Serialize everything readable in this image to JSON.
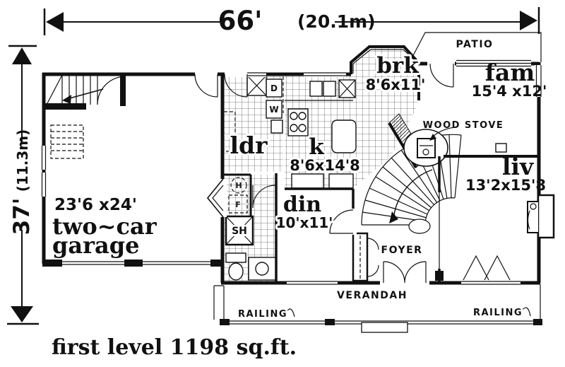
{
  "dimensions": {
    "width_feet": "66'",
    "width_metric": "(20.1m)",
    "height_feet": "37'",
    "height_metric": "(11.3m)"
  },
  "rooms": {
    "garage": {
      "size": "23'6 x24'",
      "name_line1": "two~car",
      "name_line2": "garage"
    },
    "laundry": {
      "abbr": "ldr"
    },
    "kitchen": {
      "abbr": "k",
      "size": "8'6x14'8"
    },
    "breakfast": {
      "abbr": "brk",
      "size": "8'6x11'"
    },
    "family": {
      "abbr": "fam",
      "size": "15'4 x12'"
    },
    "living": {
      "abbr": "liv",
      "size": "13'2x15'8"
    },
    "dining": {
      "abbr": "din",
      "size": "10'x11'"
    },
    "foyer": {
      "label": "FOYER"
    }
  },
  "outdoor": {
    "patio": "PATIO",
    "verandah": "VERANDAH",
    "railing_left": "RAILING",
    "railing_right": "RAILING"
  },
  "annotations": {
    "wood_stove": "WOOD STOVE",
    "footer": "first level 1198 sq.ft."
  },
  "fixtures": {
    "dryer": "D",
    "washer": "W",
    "water_heater": "H",
    "furnace": "F",
    "shower": "SH"
  },
  "colors": {
    "ink": "#111111",
    "paper": "#ffffff"
  }
}
